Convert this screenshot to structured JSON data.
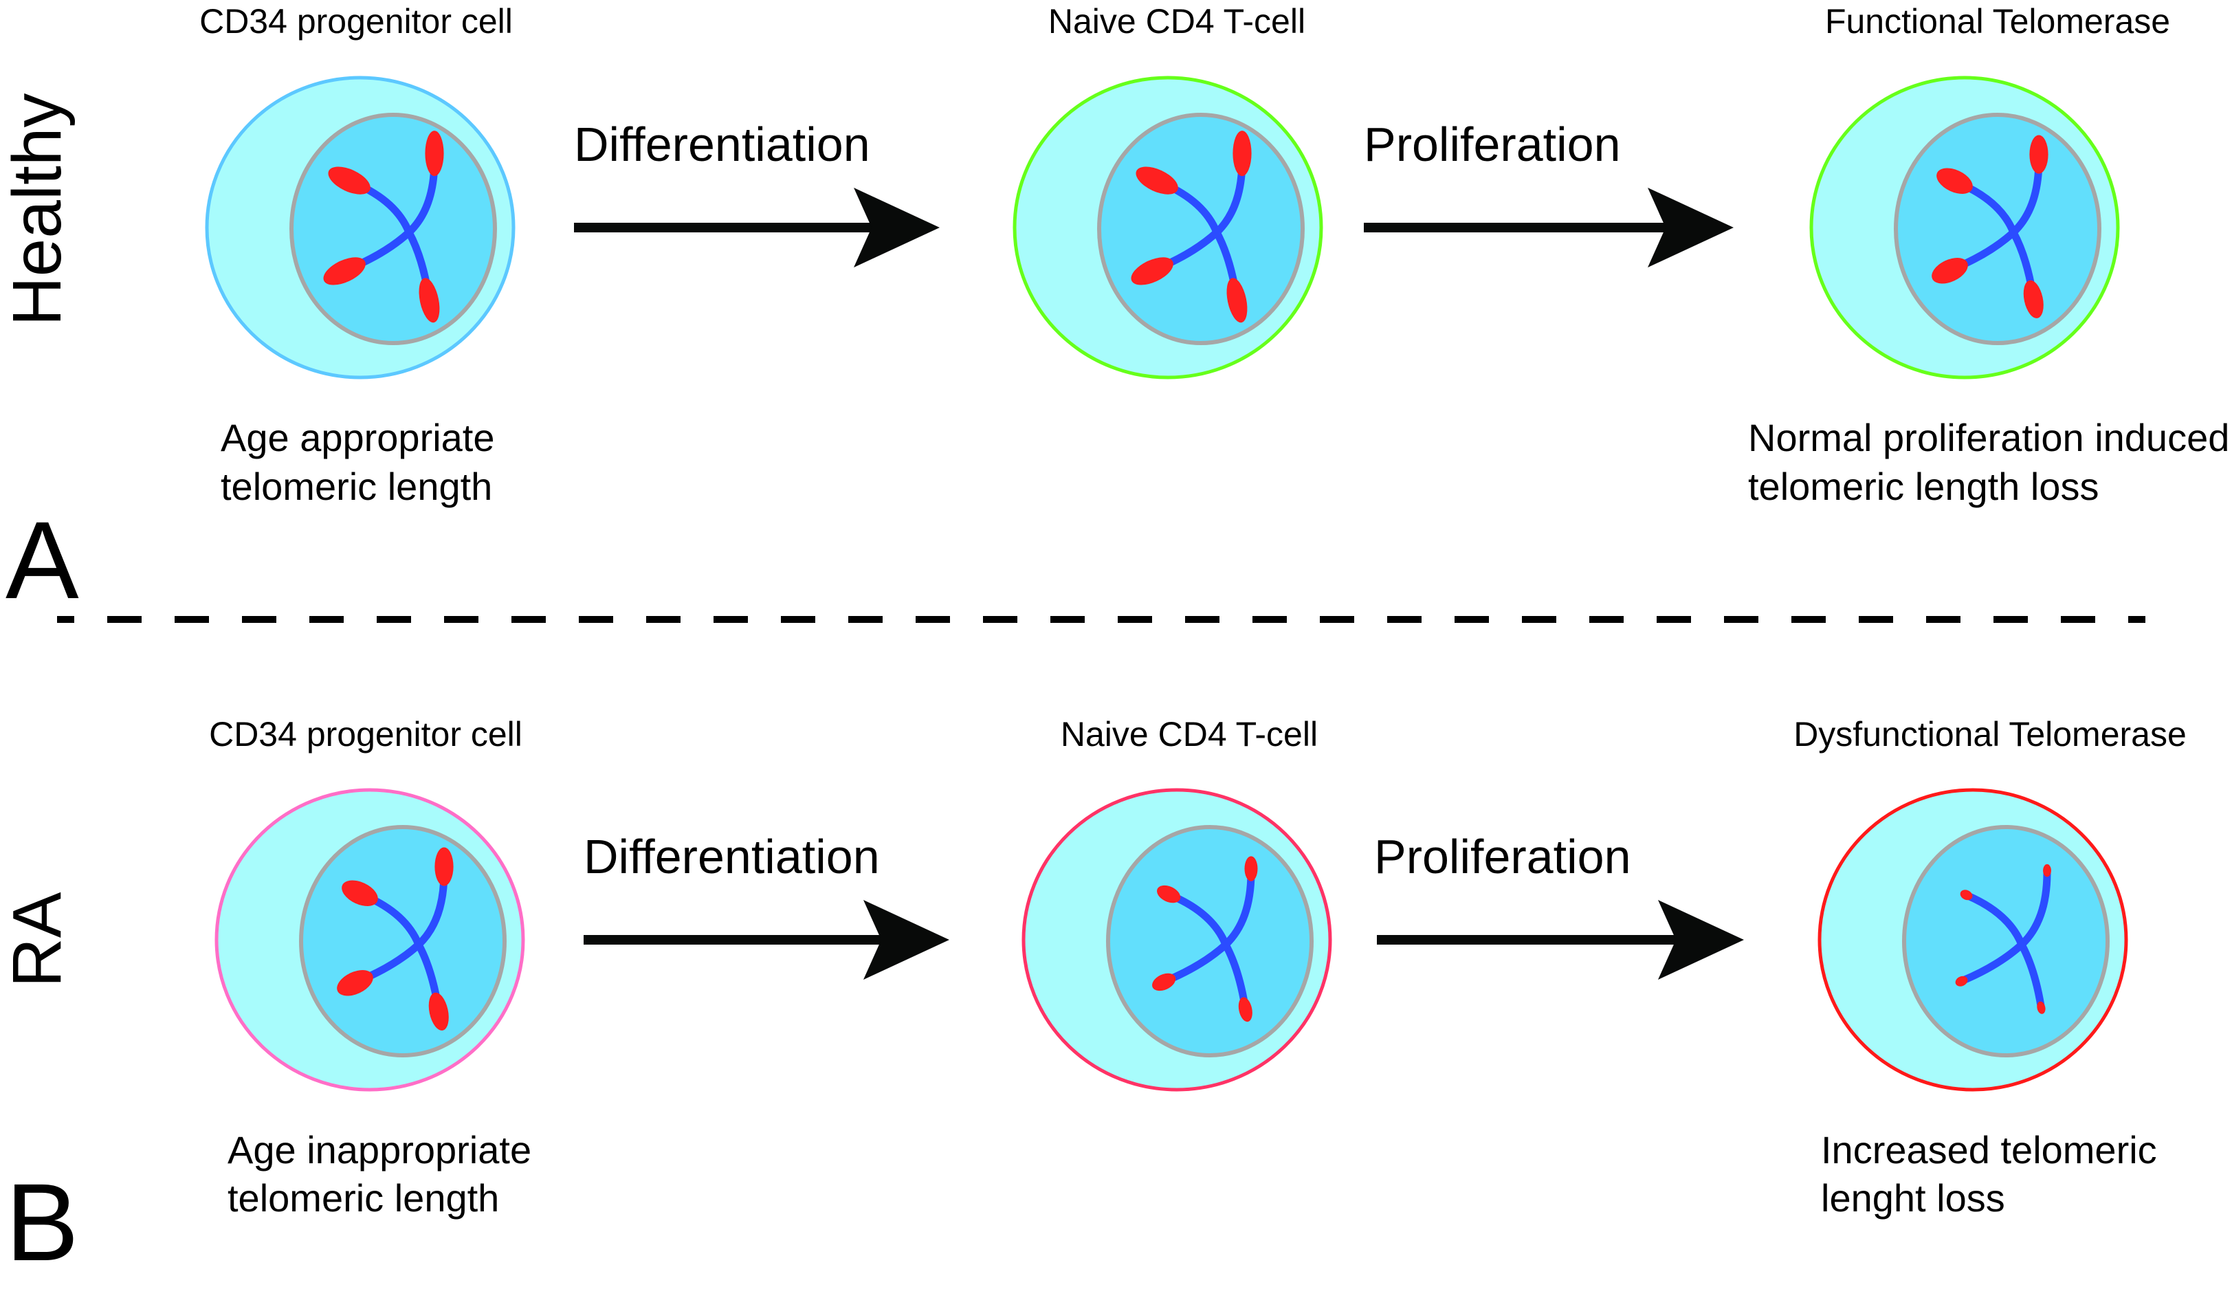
{
  "figure": {
    "type": "telomere-cell-differentiation-diagram",
    "divider_style": "dashed"
  },
  "colors": {
    "cytoplasm": "#a8fcfc",
    "nucleus_fill": "#62dffc",
    "nucleus_border": "#a6a6a6",
    "chromosome": "#2b4cff",
    "telomere": "#ff2020",
    "arrow": "#080a09",
    "text": "#000000"
  },
  "panels": [
    {
      "id": "A",
      "letter": "A",
      "row_label": "Healthy",
      "cells": [
        {
          "title": "CD34 progenitor cell",
          "border_color": "#5cc8ff",
          "telomere_length": 1.0,
          "note": [
            "Age appropriate",
            "telomeric length"
          ]
        },
        {
          "title": "Naive CD4 T-cell",
          "border_color": "#66ff1a",
          "telomere_length": 1.0,
          "note": []
        },
        {
          "title": "Functional Telomerase",
          "border_color": "#66ff1a",
          "telomere_length": 0.85,
          "note": [
            "Normal proliferation induced",
            "telomeric length loss"
          ]
        }
      ],
      "arrows": [
        {
          "label": "Differentiation"
        },
        {
          "label": "Proliferation"
        }
      ]
    },
    {
      "id": "B",
      "letter": "B",
      "row_label": "RA",
      "cells": [
        {
          "title": "CD34 progenitor cell",
          "border_color": "#ff6ec7",
          "telomere_length": 0.85,
          "note": [
            "Age inappropriate",
            "telomeric length"
          ]
        },
        {
          "title": "Naive CD4 T-cell",
          "border_color": "#ff3366",
          "telomere_length": 0.55,
          "note": []
        },
        {
          "title": "Dysfunctional Telomerase",
          "border_color": "#ff1a1a",
          "telomere_length": 0.28,
          "note": [
            "Increased telomeric",
            "lenght loss"
          ]
        }
      ],
      "arrows": [
        {
          "label": "Differentiation"
        },
        {
          "label": "Proliferation"
        }
      ]
    }
  ]
}
